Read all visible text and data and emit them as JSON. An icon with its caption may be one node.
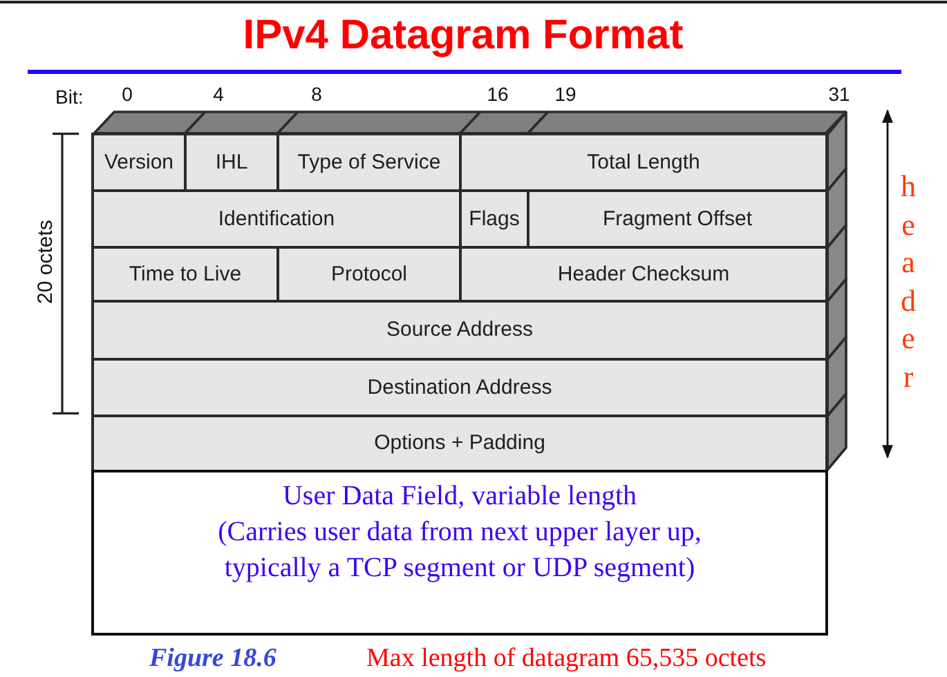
{
  "diagram": {
    "title": "IPv4 Datagram Format",
    "nodes": [
      {
        "text": [
          "Version"
        ]
      },
      {
        "text": [
          "IHL"
        ]
      },
      {
        "text": [
          "Type of Service"
        ]
      },
      {
        "text": [
          "Total Length"
        ]
      },
      {
        "text": [
          "Identification"
        ]
      },
      {
        "text": [
          "Flags"
        ]
      },
      {
        "text": [
          "Fragment Offset"
        ]
      },
      {
        "text": [
          "Time to Live"
        ]
      },
      {
        "text": [
          "Protocol"
        ]
      },
      {
        "text": [
          "Header Checksum"
        ]
      },
      {
        "text": [
          "Source Address"
        ]
      },
      {
        "text": [
          "Destination Address"
        ]
      },
      {
        "text": [
          "Options + Padding"
        ]
      },
      {
        "text": [
          "User Data Field, variable length",
          "(Carries user data from next upper layer up, typically a TCP segment or UDP segment)"
        ]
      }
    ],
    "labels": [
      "Bit:",
      "0",
      "4",
      "8",
      "16",
      "19",
      "31",
      "20 octets",
      "header",
      "Figure 18.6",
      "Max length of datagram 65,535 octets"
    ]
  }
}
